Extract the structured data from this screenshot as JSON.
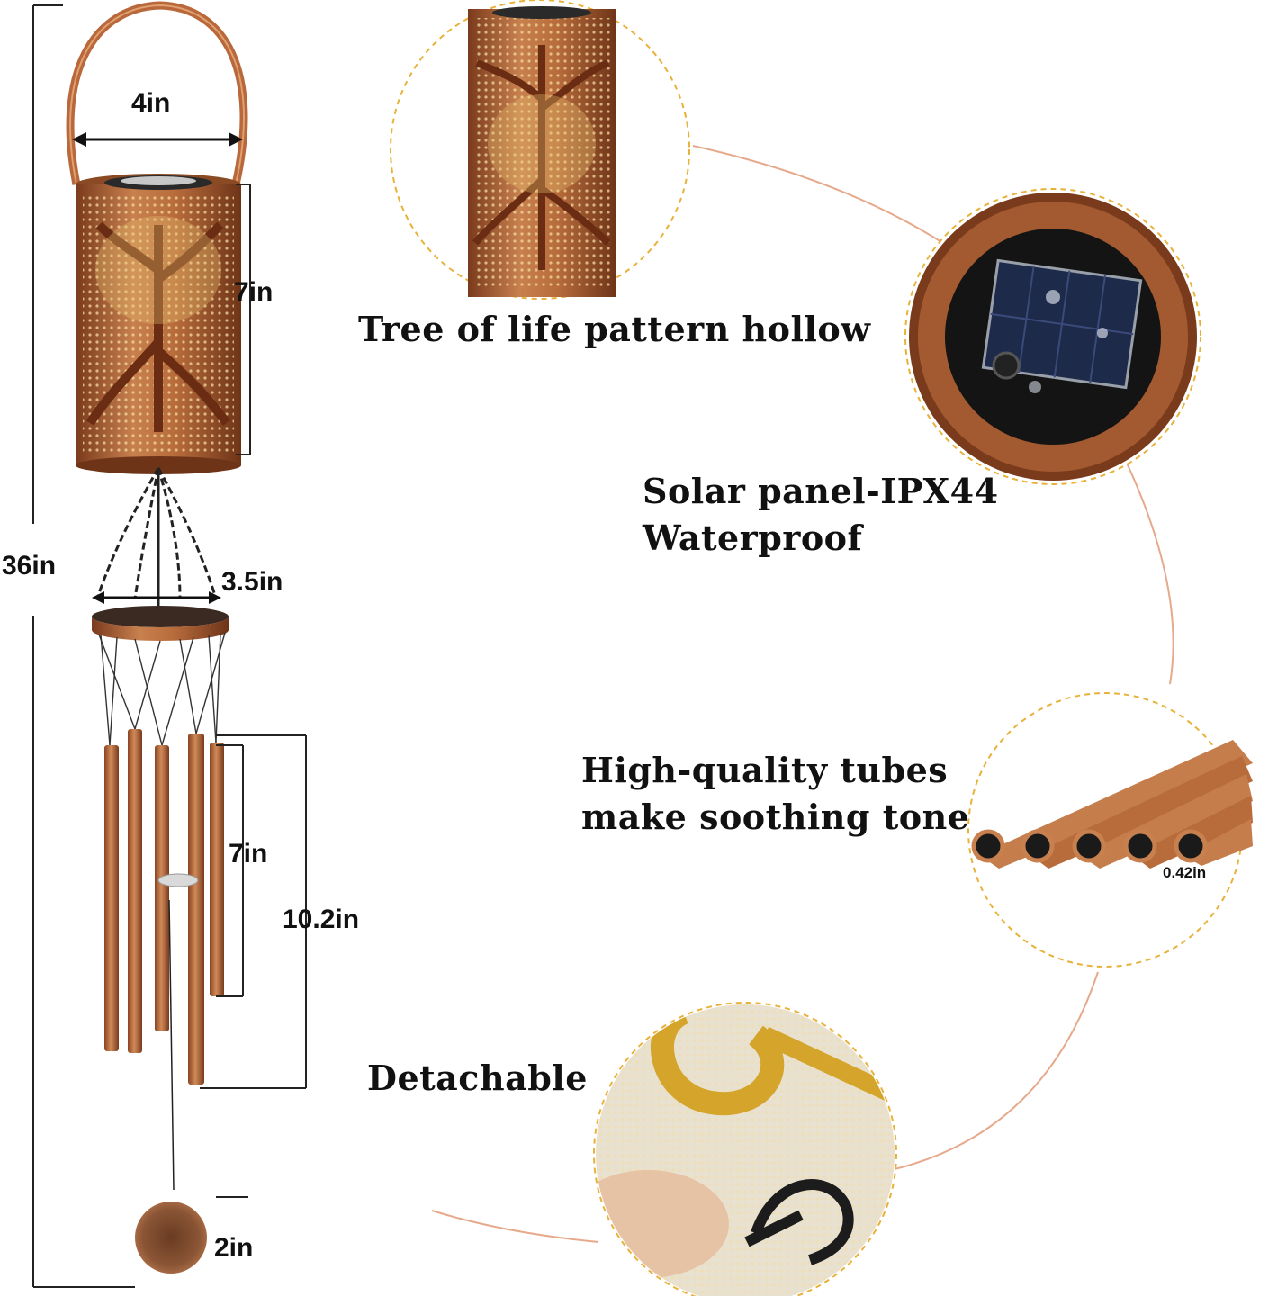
{
  "dimensions": {
    "total_height": "36in",
    "lantern_width": "4in",
    "lantern_height": "7in",
    "ring_diameter": "3.5in",
    "short_tube": "7in",
    "long_tube": "10.2in",
    "tube_opening": "0.42in",
    "disc_diameter": "2in"
  },
  "features": [
    {
      "caption": "Tree of life pattern hollow"
    },
    {
      "line1": "Solar panel-IPX44",
      "line2": "Waterproof"
    },
    {
      "line1": "High-quality tubes",
      "line2": "make soothing tone"
    },
    {
      "caption": "Detachable"
    }
  ],
  "colors": {
    "copper": "#b8683a",
    "copper_dark": "#7a3a1c",
    "highlight_border": "#e8b23a",
    "connector_line": "#e6a98b",
    "gold": "#d4a52a"
  }
}
